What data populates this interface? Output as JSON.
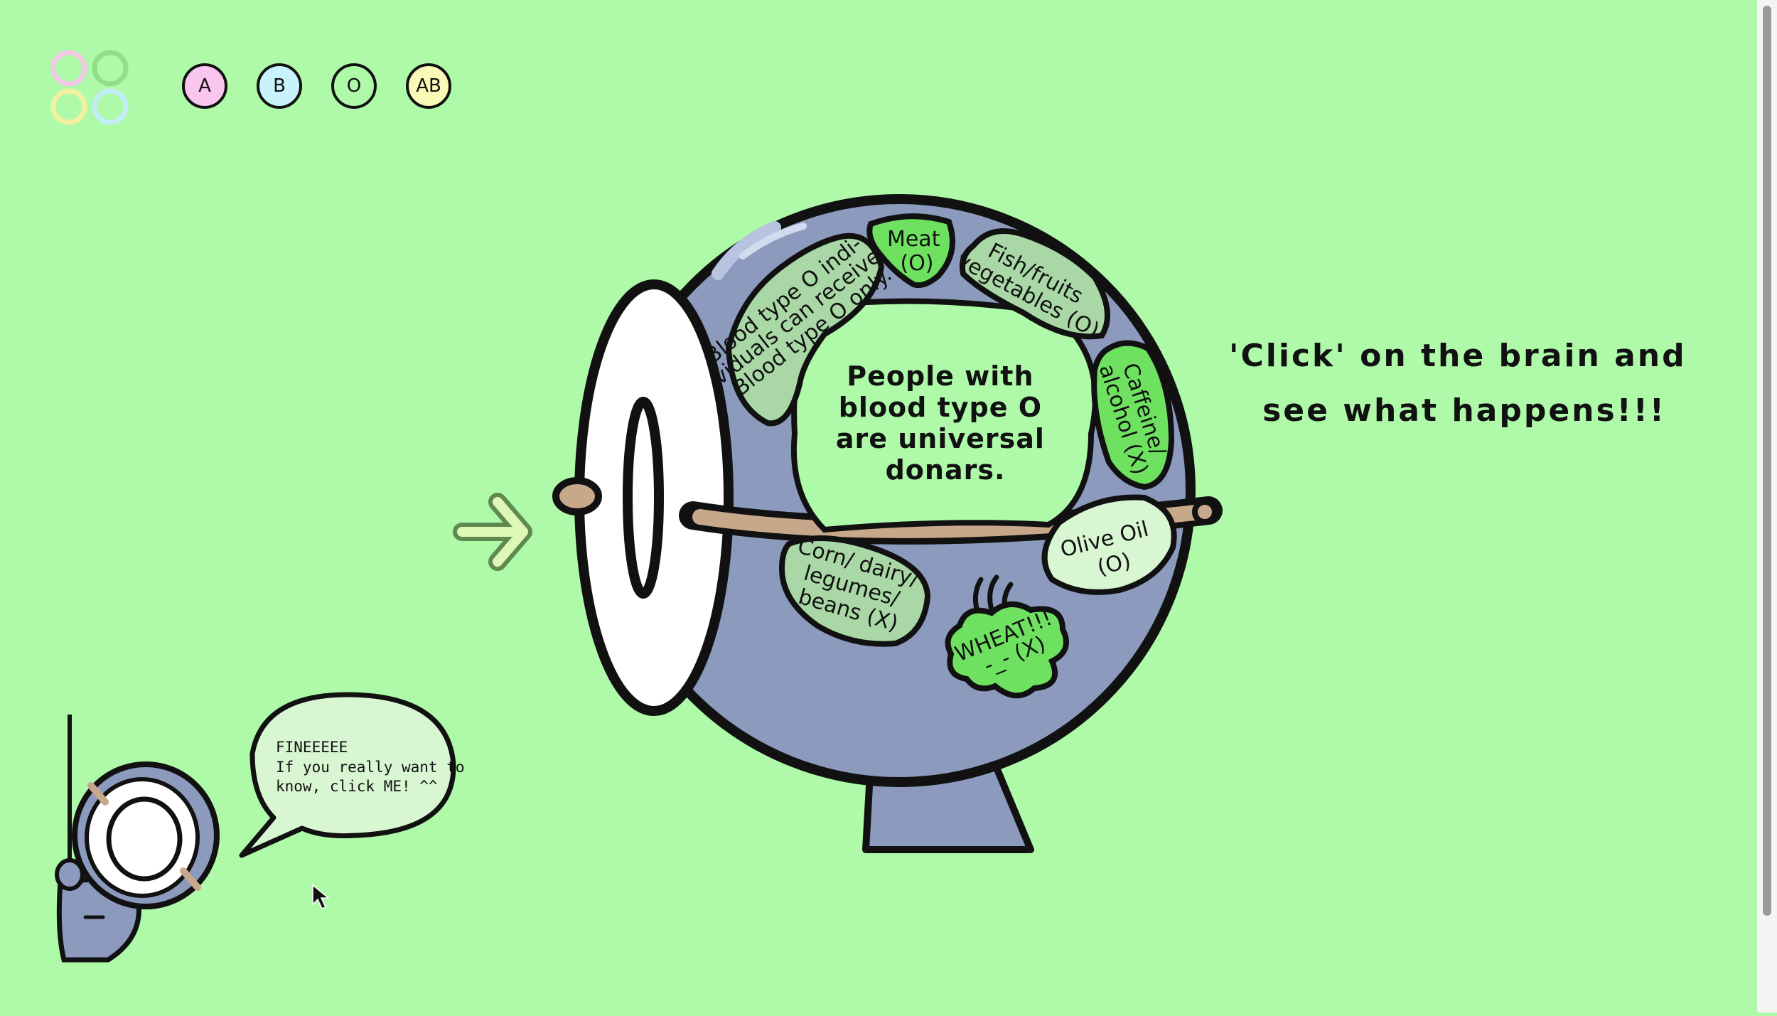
{
  "nav": {
    "tabs": [
      {
        "label": "A",
        "color": "#fbc6ee"
      },
      {
        "label": "B",
        "color": "#c9f3fb"
      },
      {
        "label": "O",
        "color": "#aefaa8"
      },
      {
        "label": "AB",
        "color": "#fbf9b6"
      }
    ]
  },
  "brain": {
    "center_lines": [
      "People with",
      "blood type O",
      "are universal",
      "donars."
    ],
    "lobes": {
      "blood_info": [
        "Blood type O indi-",
        "viduals can receive",
        "Blood type O only."
      ],
      "meat": [
        "Meat",
        "(O)"
      ],
      "fish": [
        "Fish/fruits",
        "vegetables (O)"
      ],
      "caffeine": [
        "Caffeine/",
        "alcohol (X)"
      ],
      "olive": [
        "Olive Oil",
        "(O)"
      ],
      "corn": [
        "Corn/ dairy/",
        "legumes/",
        "beans (X)"
      ],
      "wheat": [
        "WHEAT!!!",
        "-_- (X)"
      ]
    }
  },
  "prompt": {
    "line1": "'Click' on the brain and",
    "line2": "see what happens!!!"
  },
  "bubble": {
    "line1": "FINEEEEE",
    "line2": "If you really want to",
    "line3": "know, click ME! ^^"
  },
  "colors": {
    "background": "#aefaa8",
    "head": "#8b9abd",
    "lobe_green": "#6ee160",
    "lobe_pale": "#a9d8a6",
    "lobe_light": "#d9f6d2"
  }
}
